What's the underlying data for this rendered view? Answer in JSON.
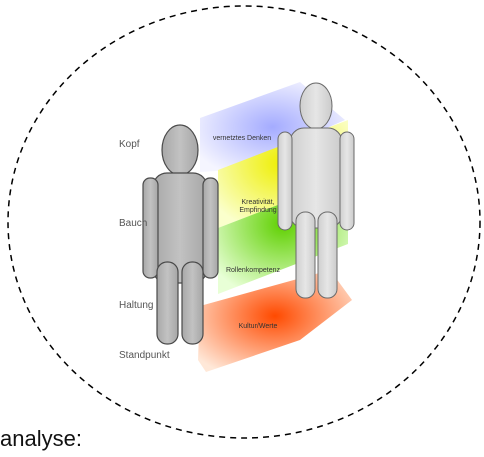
{
  "levels": {
    "kopf": "Kopf",
    "bauch": "Bauch",
    "haltung": "Haltung",
    "standpunkt": "Standpunkt"
  },
  "bands": {
    "vernetztes_denken": "vernetztes Denken",
    "kreativitaet_line1": "Kreativität,",
    "kreativitaet_line2": "Empfindung",
    "rollenkompetenz": "Rollenkompetenz",
    "kultur_werte": "Kultur/Werte"
  },
  "footer_partial_text": "analyse:",
  "colors": {
    "band_blue": "#aab0ff",
    "band_yellow": "#f2f200",
    "band_green": "#7bd800",
    "band_orange": "#ff6a00",
    "figure_front": "#b9b9b9",
    "figure_back": "#dcdcdc",
    "outline": "#000000"
  }
}
